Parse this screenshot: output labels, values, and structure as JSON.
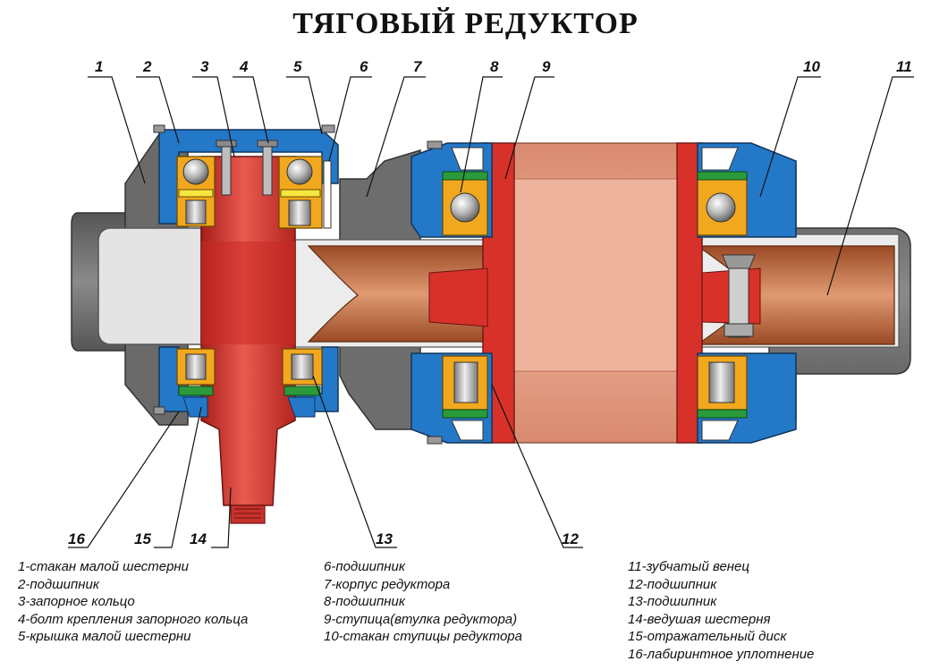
{
  "title": "ТЯГОВЫЙ РЕДУКТОР",
  "callouts": [
    "1",
    "2",
    "3",
    "4",
    "5",
    "6",
    "7",
    "8",
    "9",
    "10",
    "11",
    "12",
    "13",
    "14",
    "15",
    "16"
  ],
  "legend": {
    "col1": [
      "1-стакан малой шестерни",
      "2-подшипник",
      "3-запорное кольцо",
      "4-болт крепления запорного кольца",
      "5-крышка малой шестерни"
    ],
    "col2": [
      "6-подшипник",
      "7-корпус редуктора",
      "8-подшипник",
      "9-ступица(втулка редуктора)",
      "10-стакан ступицы редуктора"
    ],
    "col3": [
      "11-зубчатый венец",
      "12-подшипник",
      "13-подшипник",
      "14-ведушая шестерня",
      "15-отражательный диск",
      "16-лабиринтное уплотнение"
    ]
  },
  "colors": {
    "housing": "#6e6e6e",
    "cap_blue": "#2478c8",
    "shaft_red": "#d8312a",
    "hub_pink": "#e6a189",
    "bearing_yellow": "#f2a81e",
    "seal_green": "#2a9a3a",
    "inner_light": "#e2e2e2"
  }
}
